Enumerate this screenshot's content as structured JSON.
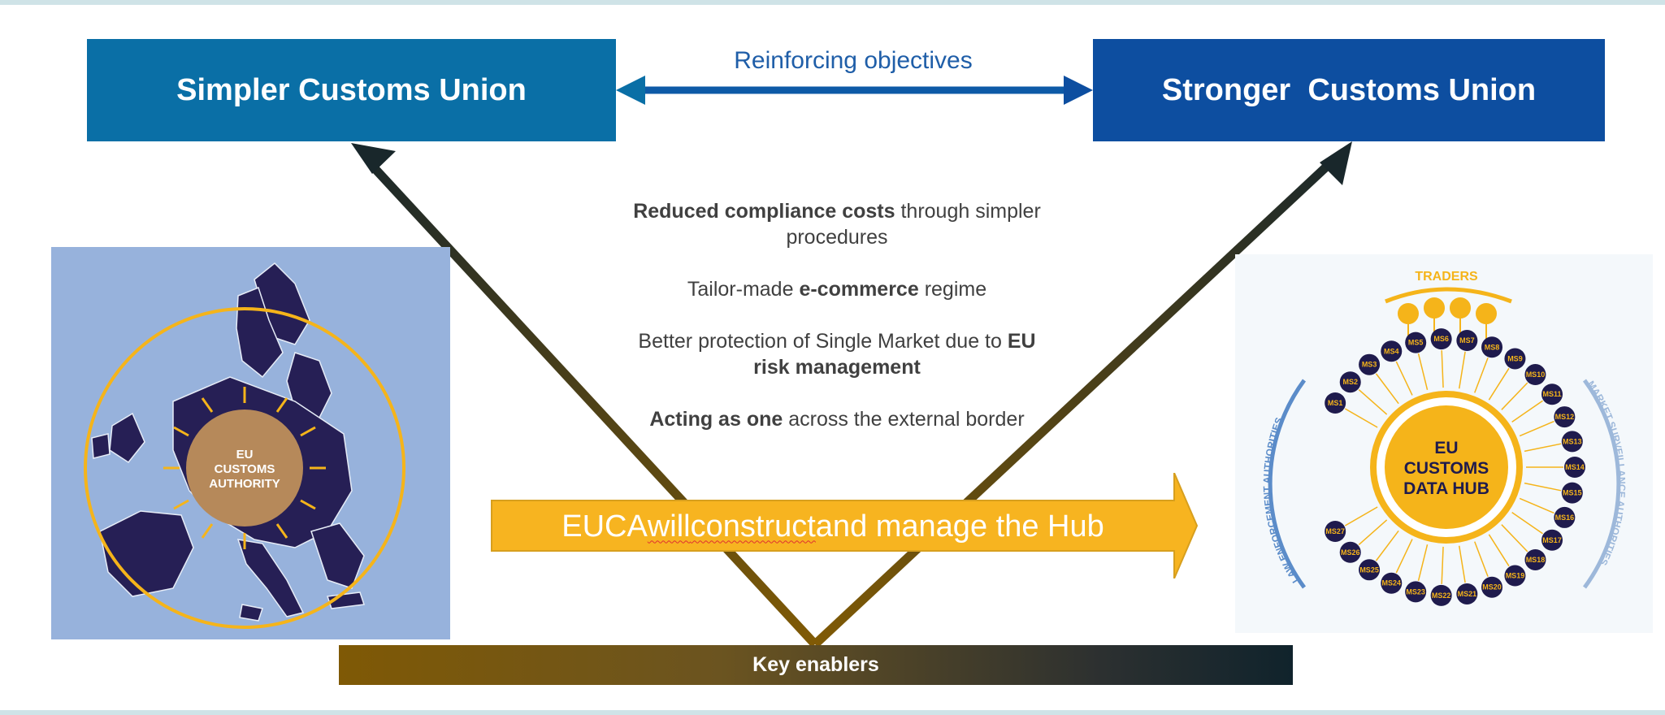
{
  "diagram": {
    "simpler_box": "Simpler Customs Union",
    "stronger_box": "Stronger  Customs Union",
    "reinforcing_label": "Reinforcing objectives",
    "objectives": [
      {
        "bold": "Reduced compliance costs",
        "text": " through simpler procedures",
        "bold_first": true
      },
      {
        "pre": "Tailor-made ",
        "bold": "e-commerce",
        "post": " regime"
      },
      {
        "pre": "Better protection of Single Market due to ",
        "bold": "EU risk management",
        "post": ""
      },
      {
        "bold": "Acting as one",
        "text": " across the external border",
        "bold_first": true
      }
    ],
    "euca_banner": {
      "w1": "EUCA ",
      "w2": "will",
      "w3": " ",
      "w4": "construct",
      "w5": " and manage the Hub"
    },
    "key_enablers": "Key enablers"
  },
  "map_panel": {
    "center_label_1": "EU",
    "center_label_2": "CUSTOMS",
    "center_label_3": "AUTHORITY"
  },
  "hub_panel": {
    "traders_label": "TRADERS",
    "hub_label_1": "EU",
    "hub_label_2": "CUSTOMS",
    "hub_label_3": "DATA HUB",
    "left_arc_label": "LAW ENFORCEMENT AUTHORITIES",
    "right_arc_label": "MARKET SURVEILLANCE AUTHORITIES",
    "member_states": [
      "MS1",
      "MS2",
      "MS3",
      "MS4",
      "MS5",
      "MS6",
      "MS7",
      "MS8",
      "MS9",
      "MS10",
      "MS11",
      "MS12",
      "MS13",
      "MS14",
      "MS15",
      "MS16",
      "MS17",
      "MS18",
      "MS19",
      "MS20",
      "MS21",
      "MS22",
      "MS23",
      "MS24",
      "MS25",
      "MS26",
      "MS27"
    ]
  },
  "colors": {
    "simpler_blue": "#0a6fa6",
    "stronger_blue": "#0d4ea0",
    "gold": "#f5b41a",
    "navy": "#1f1b4d",
    "map_bg": "#97b2dc"
  }
}
